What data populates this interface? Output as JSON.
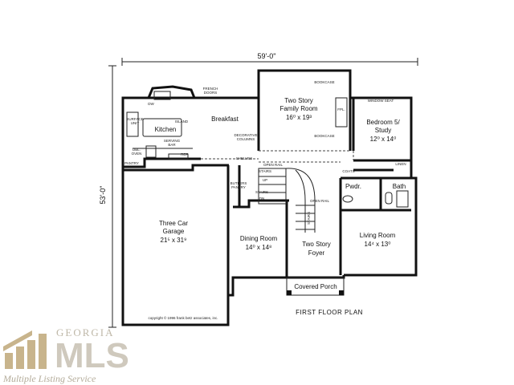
{
  "plan": {
    "overall_width": "59'-0\"",
    "overall_depth": "53'-0\"",
    "title": "FIRST FLOOR PLAN",
    "copyright": "copyright © 1996 frank betz associates, inc."
  },
  "rooms": {
    "family": {
      "name_1": "Two Story",
      "name_2": "Family Room",
      "dims": "16⁰ x 19³"
    },
    "breakfast": {
      "name": "Breakfast"
    },
    "kitchen": {
      "name": "Kitchen"
    },
    "bedroom": {
      "name_1": "Bedroom 5/",
      "name_2": "Study",
      "dims": "12⁰ x 14⁰"
    },
    "garage": {
      "name_1": "Three Car",
      "name_2": "Garage",
      "dims": "21⁵ x 31⁹"
    },
    "dining": {
      "name": "Dining Room",
      "dims": "14⁰ x 14⁸"
    },
    "foyer": {
      "name_1": "Two Story",
      "name_2": "Foyer"
    },
    "living": {
      "name": "Living Room",
      "dims": "14⁴ x 13⁰"
    },
    "porch": {
      "name": "Covered Porch"
    },
    "powder": {
      "name": "Pwdr."
    },
    "bath": {
      "name": "Bath"
    }
  },
  "notes": {
    "french_doors_1": "FRENCH",
    "french_doors_2": "DOORS",
    "bookcase_top": "BOOKCASE",
    "bookcase_bottom": "BOOKCASE",
    "fpl": "FPL.",
    "window_seat": "WINDOW SEAT",
    "dw": "DW",
    "surface_unit_1": "SURFACE",
    "surface_unit_2": "UNIT",
    "island": "ISLAND",
    "serving_bar_1": "SERVING",
    "serving_bar_2": "BAR",
    "dbl_oven_1": "DBL.",
    "dbl_oven_2": "OVEN",
    "pantry": "PANTRY",
    "ref": "REF.",
    "decorative_columns_1": "DECORATIVE",
    "decorative_columns_2": "COLUMNS",
    "shelves": "SHELVES",
    "butlers_pantry_1": "BUTLERS",
    "butlers_pantry_2": "PANTRY",
    "open_rail_1": "OPEN RAIL",
    "open_rail_2": "OPEN RAIL",
    "stairs_up": "STAIRS",
    "up": "UP",
    "stairs_dn": "STAIRS",
    "dn": "DN",
    "stairs_main": "STAIRS",
    "coats": "COATS",
    "linen": "LINEN"
  },
  "watermark": {
    "line1": "GEORGIA",
    "line2": "MLS",
    "line3": "Multiple Listing Service"
  }
}
